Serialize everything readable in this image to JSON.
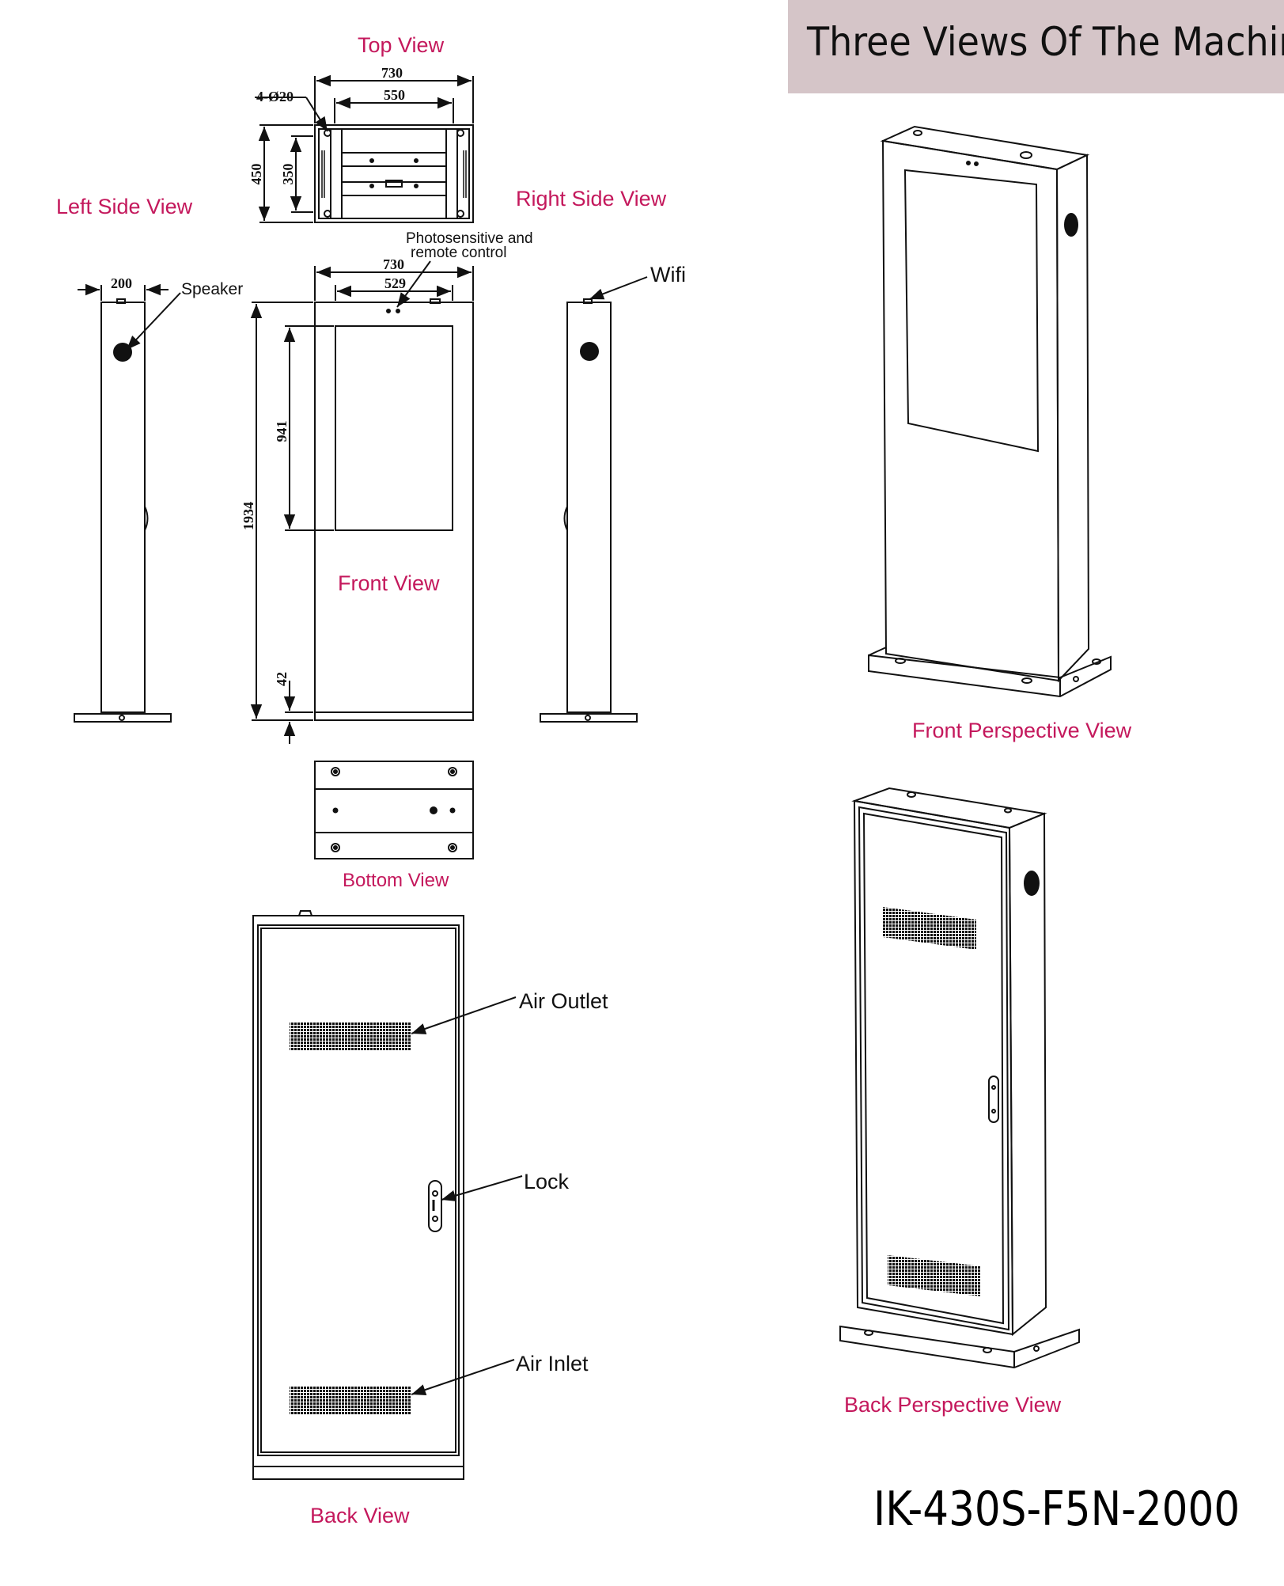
{
  "title": "Three Views Of The Machine",
  "views": {
    "top": "Top View",
    "left_side": "Left Side View",
    "right_side": "Right Side View",
    "front": "Front View",
    "bottom": "Bottom View",
    "back": "Back View",
    "front_perspective": "Front Perspective View",
    "back_perspective": "Back Perspective View"
  },
  "annotations": {
    "photosensitive_line1": "Photosensitive and",
    "photosensitive_line2": "remote control",
    "speaker": "Speaker",
    "wifi": "Wifi",
    "air_outlet": "Air Outlet",
    "lock": "Lock",
    "air_inlet": "Air Inlet"
  },
  "dimensions": {
    "top_width": "730",
    "top_inner_width": "550",
    "holes": "4-Ø20",
    "top_depth": "450",
    "top_inner_depth": "350",
    "side_depth": "200",
    "front_width": "730",
    "screen_width": "529",
    "screen_height": "941",
    "total_height": "1934",
    "base_height": "42"
  },
  "model": "IK-430S-F5N-2000",
  "colors": {
    "label": "#c4185c",
    "title_bg": "#d5c5c8",
    "line": "#111111"
  }
}
